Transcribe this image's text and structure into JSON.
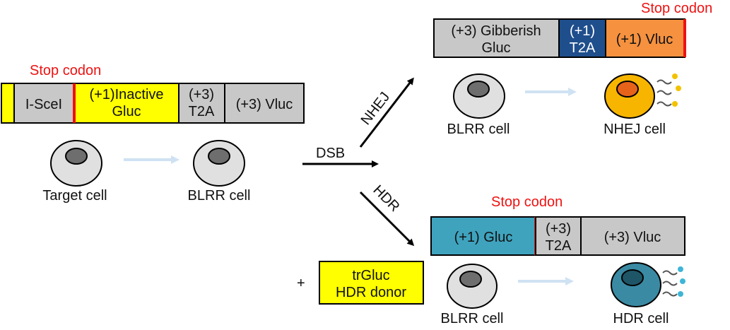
{
  "colors": {
    "gray": "#c8c8c8",
    "yellow": "#ffff00",
    "navy": "#1f4e8c",
    "orange": "#f5913f",
    "teal": "#3fa3be",
    "stop_red": "#ee1111",
    "arrow_light_blue": "#cfe2f3",
    "nhej_cell_outer": "#f7b500",
    "nhej_cell_nucleus": "#e8631a",
    "hdr_cell_outer": "#3b8aa3",
    "hdr_cell_nucleus": "#1e5667",
    "photon_yellow": "#f2c200",
    "photon_blue": "#3fb5d6"
  },
  "reporter": {
    "stop_codon": "Stop codon",
    "iscei": "I-SceI",
    "inactive_gluc_l1": "(+1)Inactive",
    "inactive_gluc_l2": "Gluc",
    "t2a_l1": "(+3)",
    "t2a_l2": "T2A",
    "vluc": "(+3) Vluc"
  },
  "cells": {
    "target": "Target cell",
    "blrr": "BLRR cell",
    "nhej_blrr": "BLRR cell",
    "nhej": "NHEJ cell",
    "hdr_blrr": "BLRR cell",
    "hdr": "HDR cell"
  },
  "arrows": {
    "dsb": "DSB",
    "nhej": "NHEJ",
    "hdr": "HDR"
  },
  "nhej_construct": {
    "gibberish_l1": "(+3) Gibberish",
    "gibberish_l2": "Gluc",
    "t2a_l1": "(+1)",
    "t2a_l2": "T2A",
    "vluc": "(+1) Vluc",
    "stop_codon": "Stop codon"
  },
  "hdr_construct": {
    "stop_codon": "Stop codon",
    "gluc": "(+1) Gluc",
    "t2a_l1": "(+3)",
    "t2a_l2": "T2A",
    "vluc": "(+3) Vluc"
  },
  "donor": {
    "plus": "+",
    "line1": "trGluc",
    "line2": "HDR donor"
  }
}
